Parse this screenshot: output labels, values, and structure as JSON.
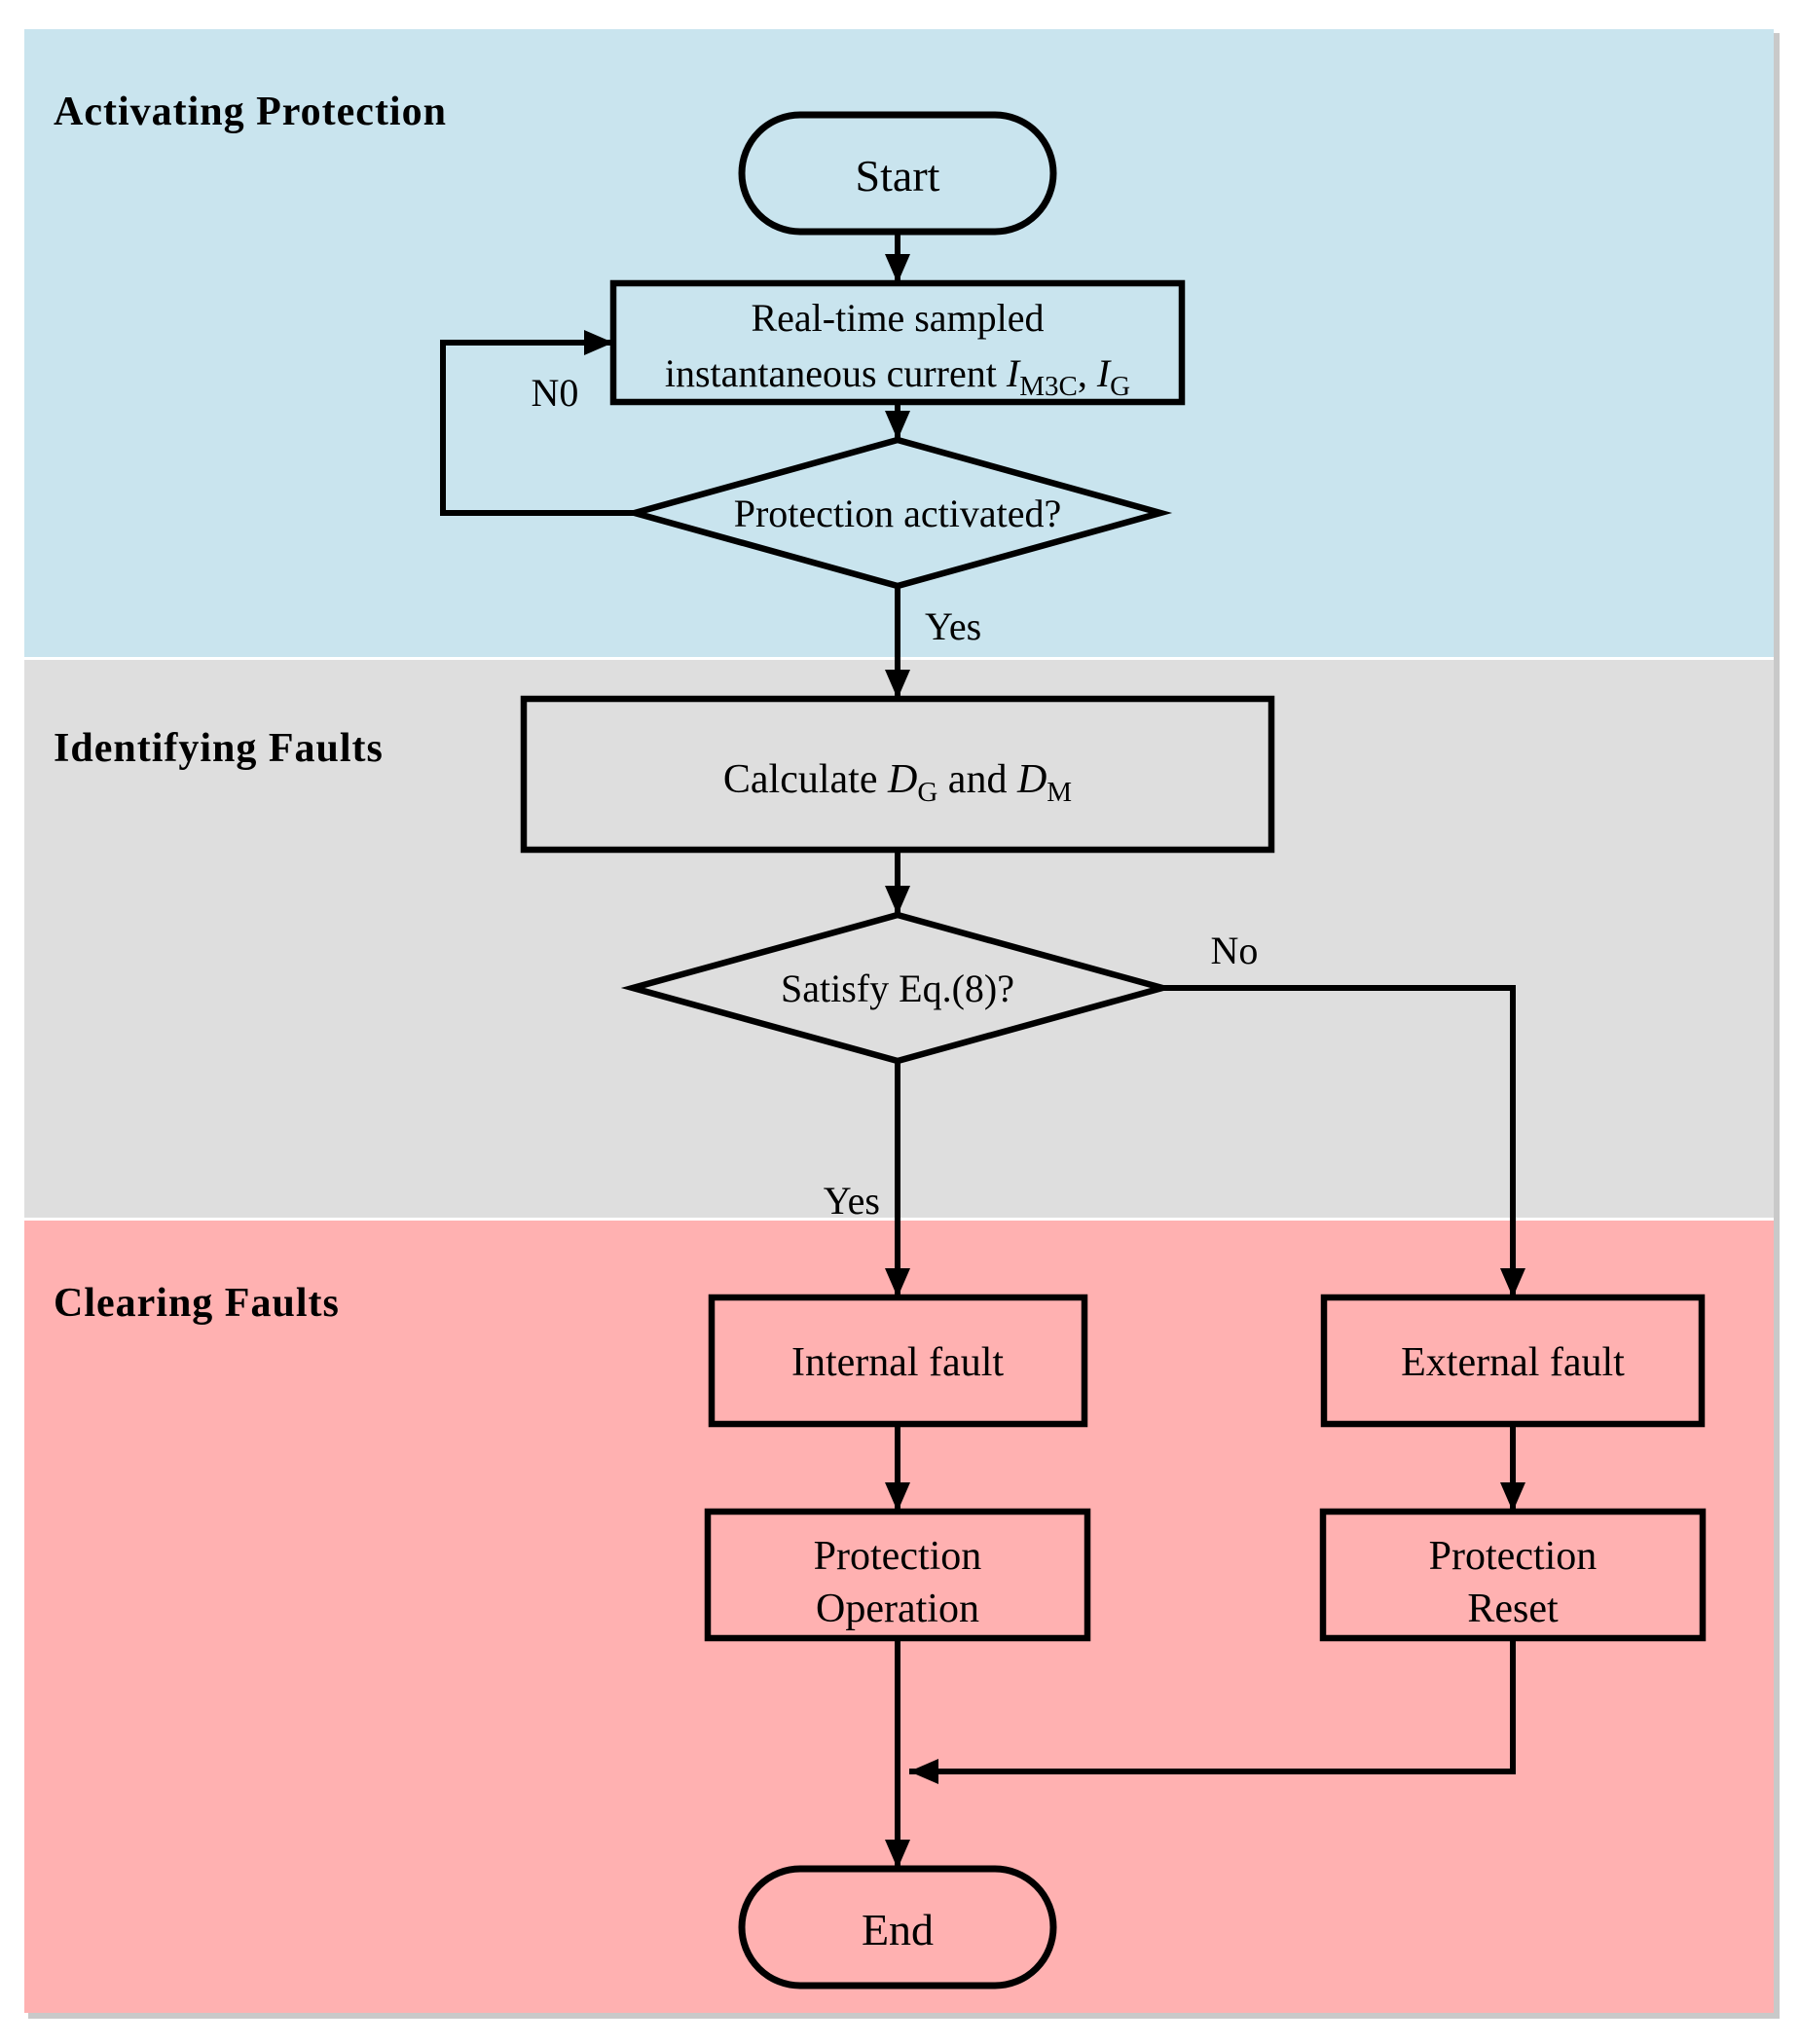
{
  "figure": {
    "ink": "#000000",
    "background": "#ffffff",
    "shadow": "#c9c9c9"
  },
  "sections": [
    {
      "label": "Activating Protection",
      "color": "#c9e4ee"
    },
    {
      "label": "Identifying Faults",
      "color": "#dedede"
    },
    {
      "label": "Clearing Faults",
      "color": "#ffb1b1"
    }
  ],
  "nodes": {
    "start": "Start",
    "sample": {
      "line1": "Real-time sampled",
      "line2_pre": "instantaneous current ",
      "i1": "I",
      "i1_sub": "M3C",
      "sep": ", ",
      "i2": "I",
      "i2_sub": "G"
    },
    "decision_activated": "Protection activated?",
    "calc": {
      "pre": "Calculate ",
      "d1": "D",
      "d1_sub": "G",
      "mid": " and ",
      "d2": "D",
      "d2_sub": "M"
    },
    "decision_eq8": "Satisfy Eq.(8)?",
    "internal_fault": "Internal fault",
    "external_fault": "External fault",
    "protection_operation": {
      "line1": "Protection",
      "line2": "Operation"
    },
    "protection_reset": {
      "line1": "Protection",
      "line2": "Reset"
    },
    "end": "End"
  },
  "edge_labels": {
    "no_loop": "N0",
    "yes_activated": "Yes",
    "yes_eq8": "Yes",
    "no_eq8": "No"
  }
}
